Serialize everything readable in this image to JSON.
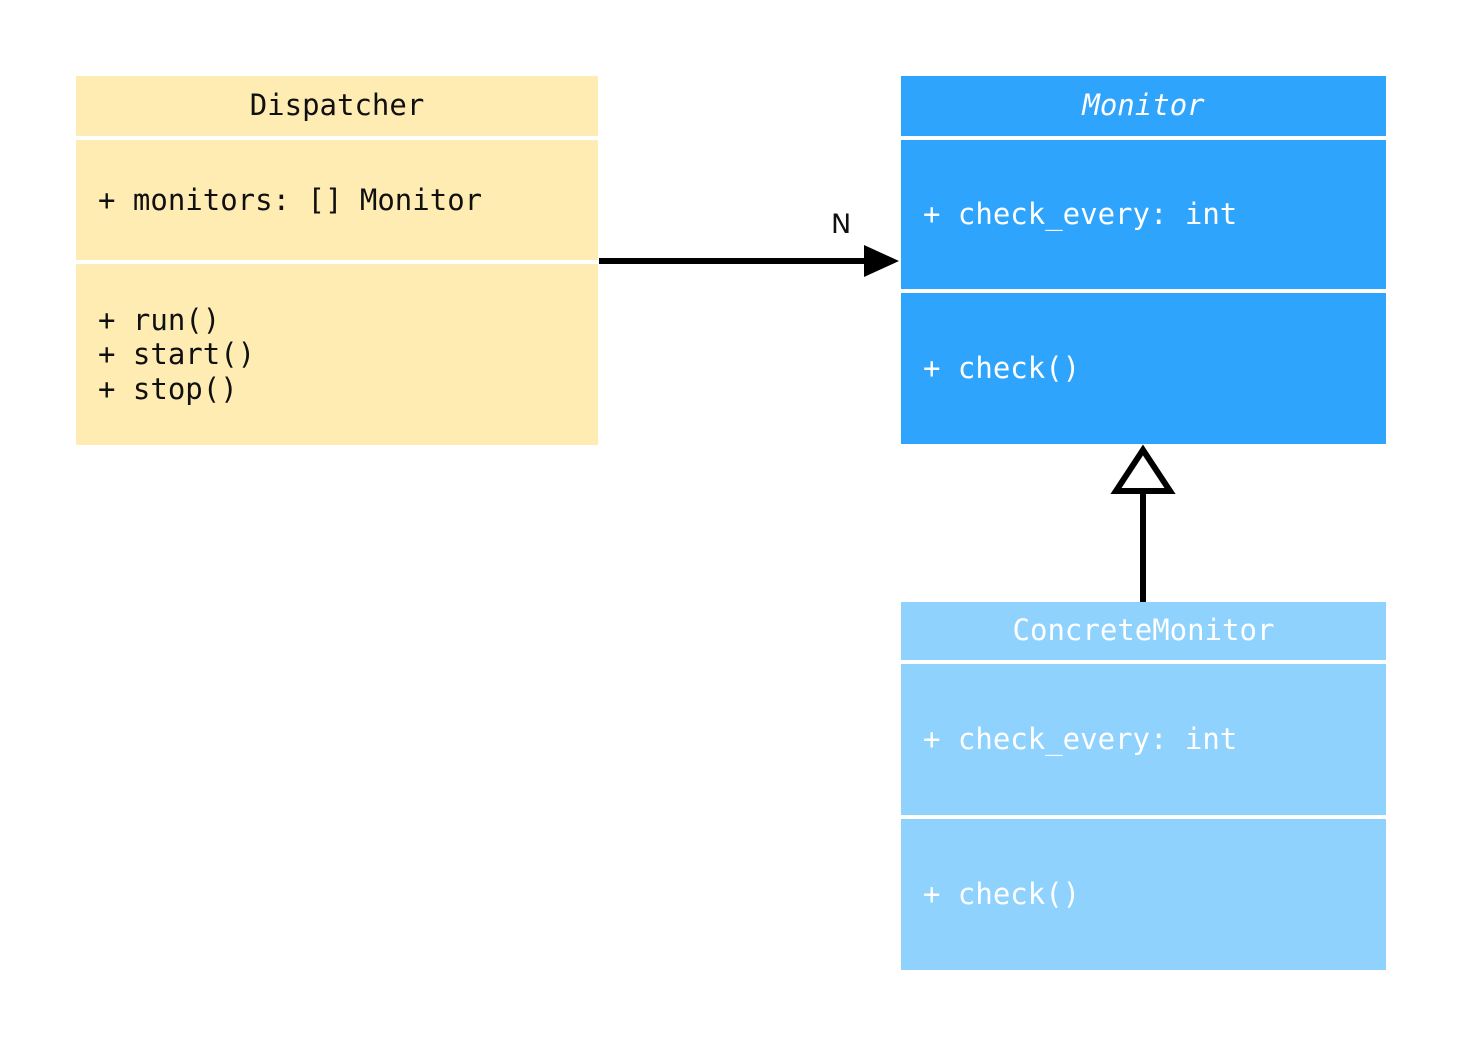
{
  "diagram": {
    "type": "uml-class-diagram",
    "title": "Monitor Dispatcher UML class diagram",
    "background": "#ffffff"
  },
  "classes": [
    {
      "id": "dispatcher",
      "name": "Dispatcher",
      "abstract": false,
      "fill": "#ffecb3",
      "text_color": "#101010",
      "attributes": [
        "+ monitors: [] Monitor"
      ],
      "methods": [
        "+ run()",
        "+ start()",
        "+ stop()"
      ]
    },
    {
      "id": "monitor",
      "name": "Monitor",
      "abstract": true,
      "fill": "#2fa4fc",
      "text_color": "#ffffff",
      "attributes": [
        "+ check_every: int"
      ],
      "methods": [
        "+ check()"
      ]
    },
    {
      "id": "concrete_monitor",
      "name": "ConcreteMonitor",
      "abstract": false,
      "fill": "#8ed2fd",
      "text_color": "#ffffff",
      "attributes": [
        "+ check_every: int"
      ],
      "methods": [
        "+ check()"
      ]
    }
  ],
  "relationships": [
    {
      "id": "dispatcher_to_monitor",
      "kind": "association",
      "arrowhead": "filled-arrow",
      "from": "Dispatcher",
      "to": "Monitor",
      "label": "N",
      "stroke": "#000000"
    },
    {
      "id": "concrete_to_monitor",
      "kind": "generalization",
      "arrowhead": "hollow-triangle",
      "from": "ConcreteMonitor",
      "to": "Monitor",
      "label": "",
      "stroke": "#000000"
    }
  ]
}
